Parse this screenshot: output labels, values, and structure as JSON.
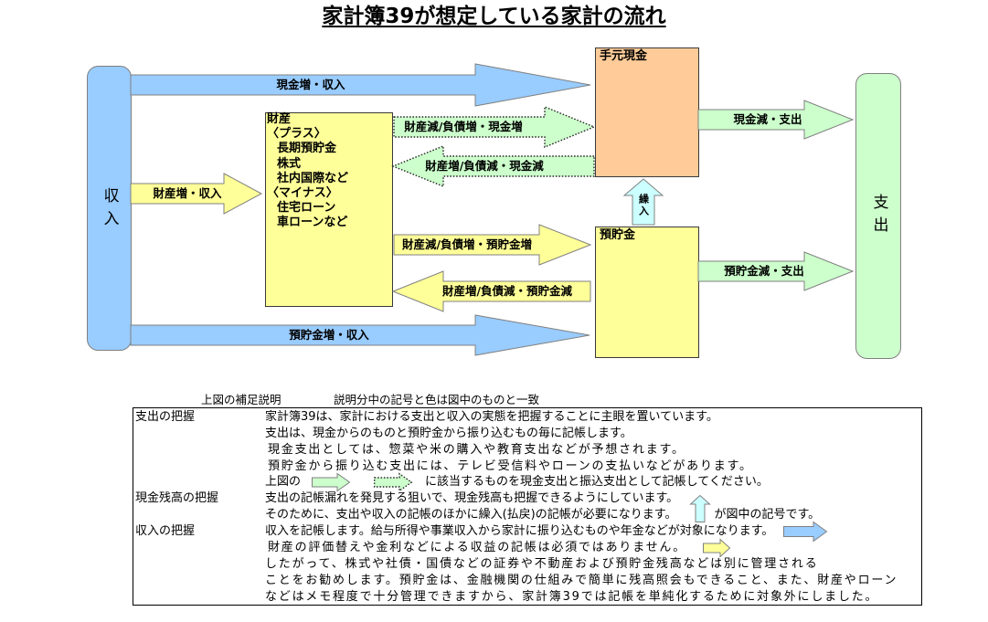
{
  "title": "家計簿39が想定している家計の流れ",
  "nodes": {
    "income": "収入",
    "expense": "支出",
    "cash": "手元現金",
    "savings": "預貯金",
    "assets": {
      "heading": "財産",
      "plus_heading": "〈プラス〉",
      "plus_items": [
        "長期預貯金",
        "株式",
        "社内国際など"
      ],
      "minus_heading": "〈マイナス〉",
      "minus_items": [
        "住宅ローン",
        "車ローンなど"
      ]
    }
  },
  "flows": {
    "income_to_cash": "現金増・収入",
    "income_to_assets": "財産増・収入",
    "assets_to_cash": "財産減/負債増・現金増",
    "cash_to_assets": "財産増/負債減・現金減",
    "savings_to_cash": "繰入",
    "assets_to_savings": "財産減/負債増・預貯金増",
    "savings_to_assets": "財産増/負債減・預貯金減",
    "income_to_savings": "預貯金増・収入",
    "cash_to_expense": "現金減・支出",
    "savings_to_expense": "預貯金減・支出"
  },
  "colors": {
    "income": "#99CCFF",
    "expense": "#CCFFCC",
    "cash": "#FFCC99",
    "assets": "#FFFF99",
    "transfer": "#CCFFFF"
  },
  "icons": {
    "expense_symbols": [
      "green-arrow-icon",
      "dotted-green-arrow-icon"
    ],
    "cash_balance_symbol": "transfer-up-arrow-icon",
    "income_symbol": "blue-arrow-icon",
    "asset_income_symbol": "yellow-arrow-icon"
  },
  "notes": {
    "heading": "上図の補足説明",
    "subheading": "説明分中の記号と色は図中のものと一致",
    "expense": {
      "label": "支出の把握",
      "lines": [
        "家計簿39は、家計における支出と収入の実態を把握することに主眼を置いています。",
        "支出は、現金からのものと預貯金から振り込むもの毎に記帳します。",
        "現金支出としては、惣菜や米の購入や教育支出などが予想されます。",
        "預貯金から振り込む支出には、テレビ受信料やローンの支払いなどがあります。"
      ],
      "symbol_prefix": "上図の",
      "symbol_suffix": "に該当するものを現金支出と振込支出として記帳してください。"
    },
    "cash_balance": {
      "label": "現金残高の把握",
      "line": "支出の記帳漏れを発見する狙いで、現金残高も把握できるようにしています。",
      "symbol_prefix": "そのために、支出や収入の記帳のほかに繰入(払戻)の記帳が必要になります。",
      "symbol_suffix": "が図中の記号です。"
    },
    "income": {
      "label": "収入の把握",
      "line1": "収入を記帳します。給与所得や事業収入から家計に振り込むものや年金などが対象になります。",
      "line2": "財産の評価替えや金利などによる収益の記帳は必須ではありません。",
      "lines": [
        "したがって、株式や社債・国債などの証券や不動産および預貯金残高などは別に管理される",
        "ことをお勧めします。預貯金は、金融機関の仕組みで簡単に残高照会もできること、また、財産やローン",
        "などはメモ程度で十分管理できますから、家計簿39では記帳を単純化するために対象外にしました。"
      ]
    }
  }
}
